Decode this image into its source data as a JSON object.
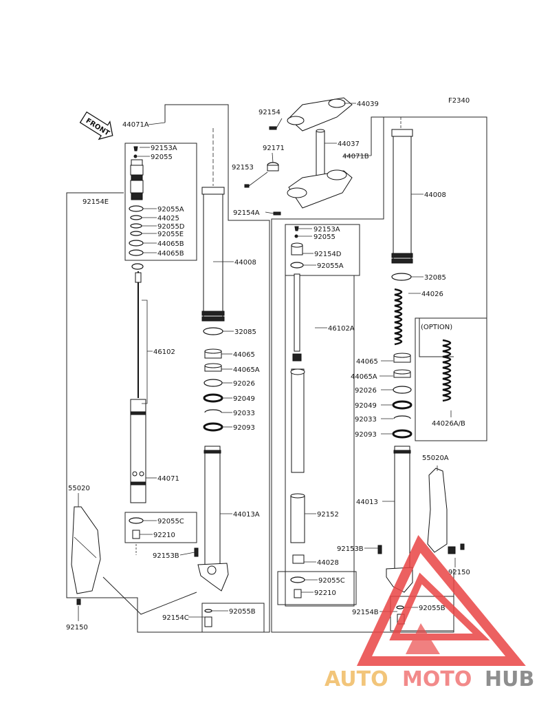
{
  "diagram_code": "F2340",
  "front_arrow": "FRONT",
  "labels": {
    "p44071A": "44071A",
    "p92153A_l": "92153A",
    "p92055_l": "92055",
    "p92154E": "92154E",
    "p92055A_l": "92055A",
    "p44025": "44025",
    "p92055D": "92055D",
    "p92055E": "92055E",
    "p44065B_1": "44065B",
    "p44065B_2": "44065B",
    "p44008_l": "44008",
    "p32085_l": "32085",
    "p46102": "46102",
    "p44065_l": "44065",
    "p44065A_l": "44065A",
    "p92026_l": "92026",
    "p92049_l": "92049",
    "p92033_l": "92033",
    "p92093_l": "92093",
    "p44071": "44071",
    "p44013A": "44013A",
    "p55020": "55020",
    "p92055C_l": "92055C",
    "p92210_l": "92210",
    "p92153B_l": "92153B",
    "p92154C": "92154C",
    "p92055B_l": "92055B",
    "p92150_l": "92150",
    "p92154": "92154",
    "p44039": "44039",
    "p92171": "92171",
    "p44037": "44037",
    "p92153": "92153",
    "p44071B": "44071B",
    "p92154A": "92154A",
    "p92153A_r": "92153A",
    "p92055_r": "92055",
    "p92154D": "92154D",
    "p92055A_r": "92055A",
    "p46102A": "46102A",
    "p92152": "92152",
    "p44028": "44028",
    "p92055C_r": "92055C",
    "p92210_r": "92210",
    "p44008_r": "44008",
    "p32085_r": "32085",
    "p44026": "44026",
    "p44065_r": "44065",
    "p44065A_r": "44065A",
    "p92026_r": "92026",
    "p92049_r": "92049",
    "p92033_r": "92033",
    "p92093_r": "92093",
    "p44013": "44013",
    "p55020A": "55020A",
    "p92153B_r": "92153B",
    "p92150_r": "92150",
    "p92154B": "92154B",
    "p92055B_r": "92055B",
    "option": "(OPTION)",
    "p44026AB": "44026A/B"
  },
  "watermark": {
    "part1": "AUTO",
    "part2": "MOTO",
    "part3": "HUB",
    "color1": "#f2c57a",
    "color2": "#f28a8a",
    "color3": "#8e8e8e",
    "logo_color": "#e94545"
  }
}
